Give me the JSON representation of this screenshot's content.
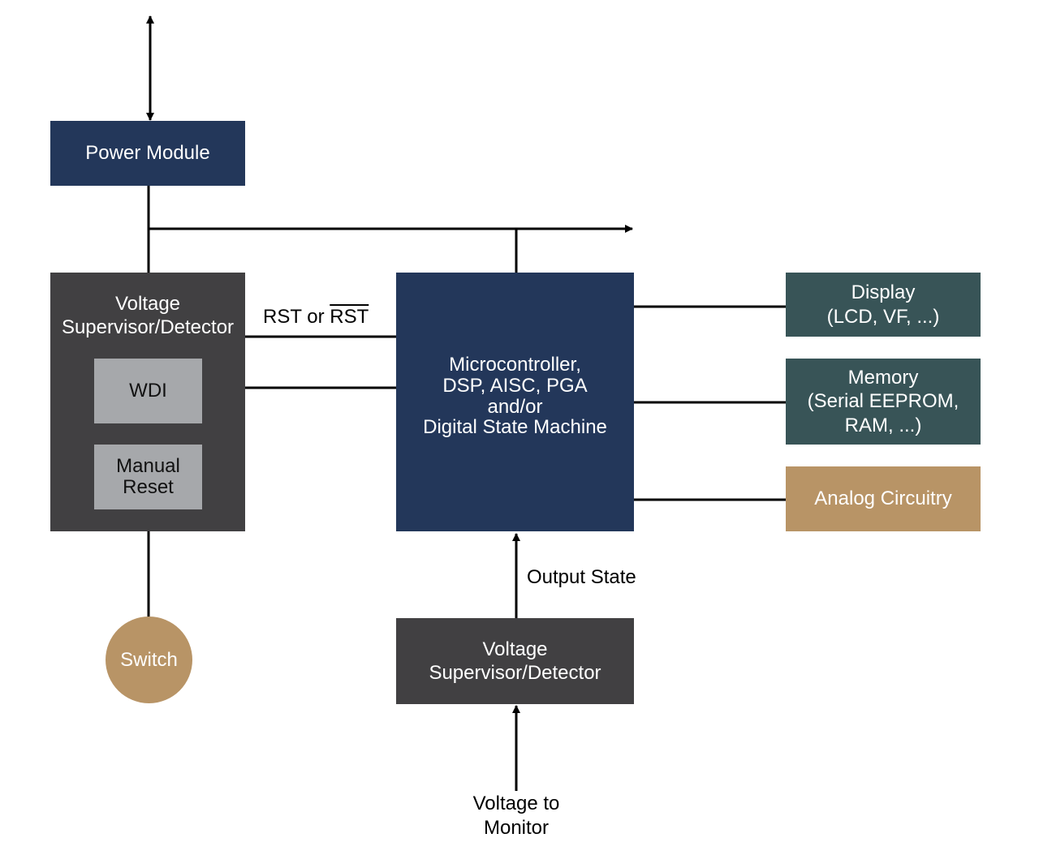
{
  "colors": {
    "navy": "#23375a",
    "charcoal": "#414042",
    "teal": "#385457",
    "tan": "#b89466",
    "gray": "#a6a8ab",
    "line": "#000000"
  },
  "blocks": {
    "power_module": "Power Module",
    "voltage_supervisor_left": [
      "Voltage",
      "Supervisor/Detector"
    ],
    "wdi": "WDI",
    "manual_reset": [
      "Manual",
      "Reset"
    ],
    "microcontroller": [
      "Microcontroller,",
      "DSP, AISC, PGA",
      "and/or",
      "Digital State Machine"
    ],
    "display": [
      "Display",
      "(LCD, VF, ...)"
    ],
    "memory": [
      "Memory",
      "(Serial EEPROM,",
      "RAM, ...)"
    ],
    "analog_circuitry": "Analog Circuitry",
    "voltage_supervisor_bottom": [
      "Voltage",
      "Supervisor/Detector"
    ],
    "switch": "Switch"
  },
  "labels": {
    "rst_prefix": "RST or ",
    "rst_bar": "RST",
    "output_state": "Output State",
    "voltage_to_monitor": [
      "Voltage to",
      "Monitor"
    ]
  }
}
